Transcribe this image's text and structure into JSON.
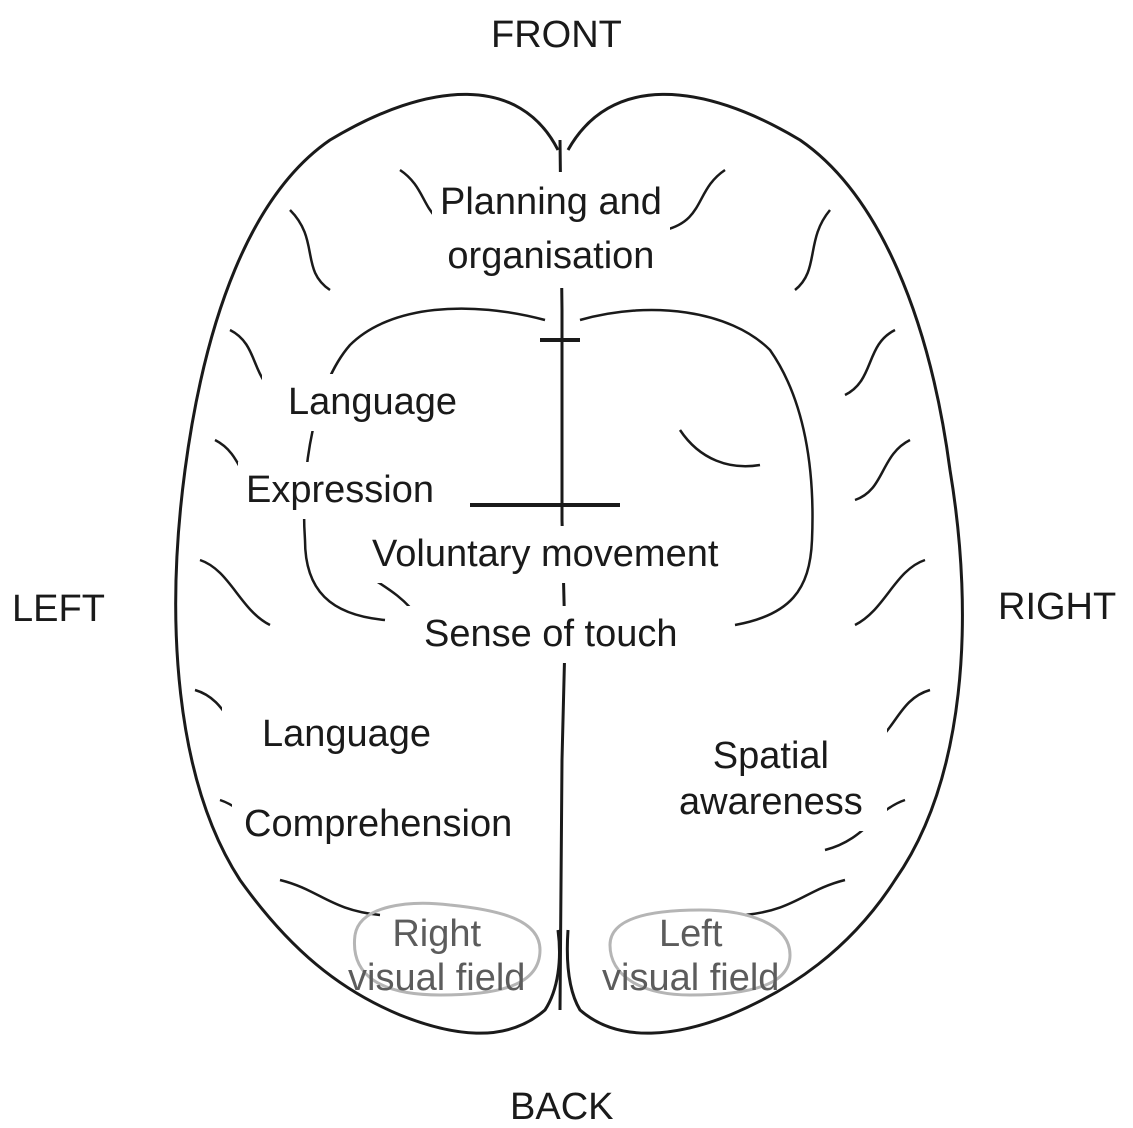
{
  "orientation": {
    "front": "FRONT",
    "back": "BACK",
    "left": "LEFT",
    "right": "RIGHT"
  },
  "regions": {
    "planning": {
      "line1": "Planning and",
      "line2": "organisation"
    },
    "language_top": "Language",
    "expression": "Expression",
    "voluntary_movement": "Voluntary movement",
    "sense_of_touch": "Sense of touch",
    "language_bottom": "Language",
    "comprehension": "Comprehension",
    "spatial": {
      "line1": "Spatial",
      "line2": "awareness"
    },
    "right_visual": {
      "line1": "Right",
      "line2": "visual field"
    },
    "left_visual": {
      "line1": "Left",
      "line2": "visual field"
    }
  },
  "colors": {
    "outline": "#1a1a1a",
    "faint_outline": "#b5b5b5",
    "dim_text": "#5c5c5c"
  }
}
